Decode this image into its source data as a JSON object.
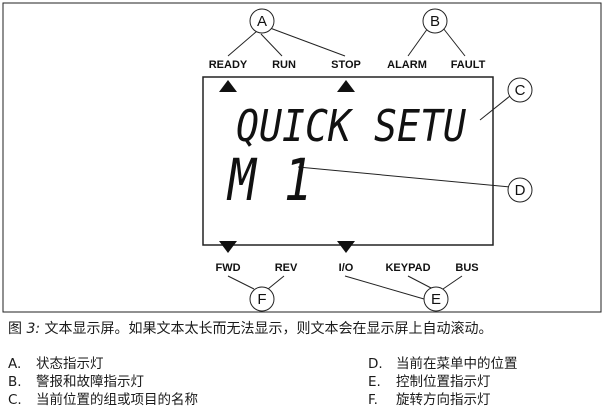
{
  "indicators_top": [
    "READY",
    "RUN",
    "STOP",
    "ALARM",
    "FAULT"
  ],
  "indicators_bottom": [
    "FWD",
    "REV",
    "I/O",
    "KEYPAD",
    "BUS"
  ],
  "callouts": [
    "A",
    "B",
    "C",
    "D",
    "E",
    "F"
  ],
  "display": {
    "line1": "QUICK SETU",
    "line2": "M 1"
  },
  "caption": {
    "prefix": "图 ",
    "number": "3:",
    "text": " 文本显示屏。如果文本太长而无法显示，则文本会在显示屏上自动滚动。"
  },
  "legend": [
    {
      "letter": "A.",
      "text": "状态指示灯"
    },
    {
      "letter": "B.",
      "text": "警报和故障指示灯"
    },
    {
      "letter": "C.",
      "text": "当前位置的组或项目的名称"
    },
    {
      "letter": "D.",
      "text": "当前在菜单中的位置"
    },
    {
      "letter": "E.",
      "text": "控制位置指示灯"
    },
    {
      "letter": "F.",
      "text": "旋转方向指示灯"
    }
  ]
}
